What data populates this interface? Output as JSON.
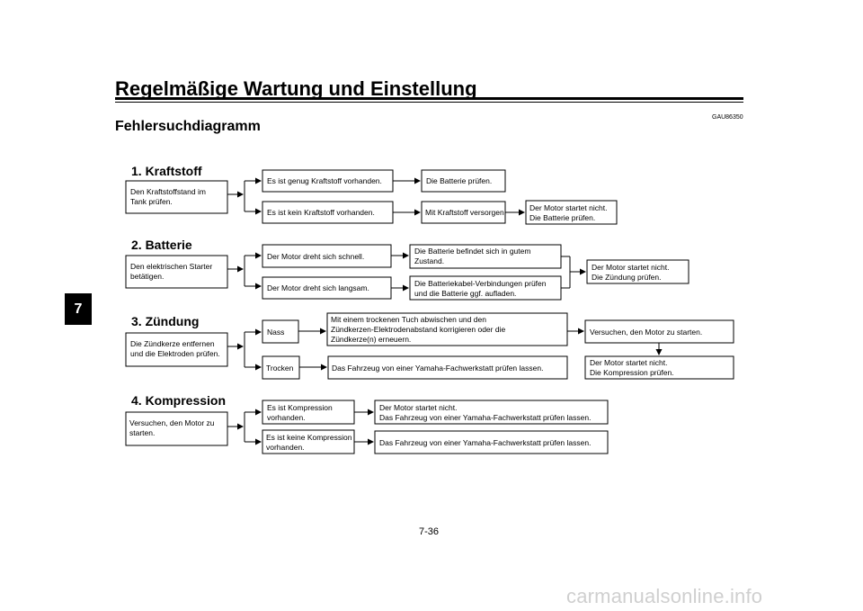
{
  "header": {
    "title": "Regelmäßige Wartung und Einstellung",
    "code": "GAU86350",
    "section": "Fehlersuchdiagramm",
    "chapter": "7"
  },
  "sections": {
    "kraftstoff": {
      "heading": "1. Kraftstoff",
      "start": [
        "Den Kraftstoffstand im",
        "Tank prüfen."
      ],
      "branch_a": "Es ist genug Kraftstoff vorhanden.",
      "branch_a_next": "Die Batterie prüfen.",
      "branch_b": "Es ist kein Kraftstoff vorhanden.",
      "branch_b_next": "Mit Kraftstoff versorgen.",
      "result": [
        "Der Motor startet nicht.",
        "Die Batterie prüfen."
      ]
    },
    "batterie": {
      "heading": "2. Batterie",
      "start": [
        "Den elektrischen Starter",
        "betätigen."
      ],
      "branch_a": "Der Motor dreht sich schnell.",
      "branch_a_next": [
        "Die Batterie befindet sich in gutem",
        "Zustand."
      ],
      "branch_b": "Der Motor dreht sich langsam.",
      "branch_b_next": [
        "Die Batteriekabel-Verbindungen prüfen",
        "und die Batterie ggf. aufladen."
      ],
      "result": [
        "Der Motor startet nicht.",
        "Die Zündung prüfen."
      ]
    },
    "zuendung": {
      "heading": "3. Zündung",
      "start": [
        "Die Zündkerze entfernen",
        "und die Elektroden prüfen."
      ],
      "branch_a": "Nass",
      "branch_a_next": [
        "Mit einem trockenen Tuch abwischen und den",
        "Zündkerzen-Elektrodenabstand korrigieren oder die",
        "Zündkerze(n) erneuern."
      ],
      "branch_a_result": "Versuchen, den Motor zu starten.",
      "branch_b": "Trocken",
      "branch_b_next": "Das Fahrzeug von einer Yamaha-Fachwerkstatt prüfen lassen.",
      "result": [
        "Der Motor startet nicht.",
        "Die Kompression prüfen."
      ]
    },
    "kompression": {
      "heading": "4. Kompression",
      "start": [
        "Versuchen, den Motor zu",
        "starten."
      ],
      "branch_a": [
        "Es ist Kompression",
        "vorhanden."
      ],
      "branch_a_next": [
        "Der Motor startet nicht.",
        "Das Fahrzeug von einer Yamaha-Fachwerkstatt prüfen lassen."
      ],
      "branch_b": [
        "Es ist keine Kompression",
        "vorhanden."
      ],
      "branch_b_next": "Das Fahrzeug von einer Yamaha-Fachwerkstatt prüfen lassen."
    }
  },
  "footer": {
    "page": "7-36",
    "watermark": "carmanualsonline.info"
  }
}
